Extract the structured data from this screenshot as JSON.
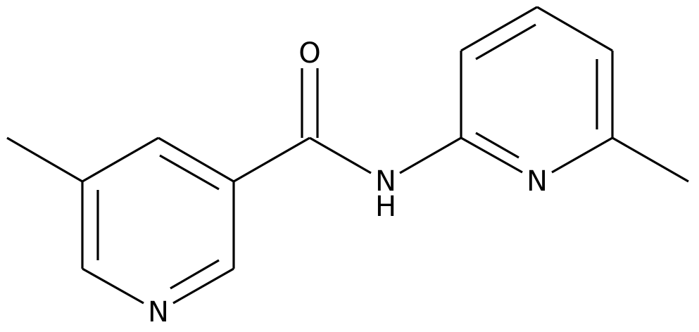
{
  "structure": {
    "atoms": {
      "oxygen": "O",
      "amide_nitrogen": "N",
      "amide_hydrogen": "H",
      "pyridine_left_nitrogen": "N",
      "pyridine_right_nitrogen": "N"
    }
  }
}
